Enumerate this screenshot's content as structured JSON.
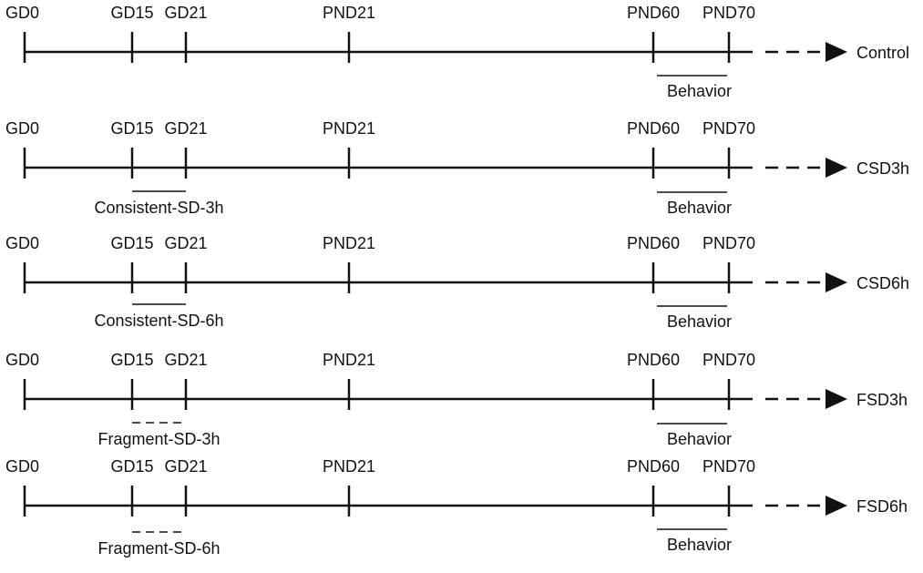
{
  "colors": {
    "line": "#111111",
    "background": "#ffffff"
  },
  "timepoints": [
    {
      "key": "GD0",
      "label": "GD0"
    },
    {
      "key": "GD15",
      "label": "GD15"
    },
    {
      "key": "GD21",
      "label": "GD21"
    },
    {
      "key": "PND21",
      "label": "PND21"
    },
    {
      "key": "PND60",
      "label": "PND60"
    },
    {
      "key": "PND70",
      "label": "PND70"
    }
  ],
  "rows": [
    {
      "group": "Control",
      "sd_label": "",
      "sd_style": "none",
      "behavior_label": "Behavior"
    },
    {
      "group": "CSD3h",
      "sd_label": "Consistent-SD-3h",
      "sd_style": "solid",
      "behavior_label": "Behavior"
    },
    {
      "group": "CSD6h",
      "sd_label": "Consistent-SD-6h",
      "sd_style": "solid",
      "behavior_label": "Behavior"
    },
    {
      "group": "FSD3h",
      "sd_label": "Fragment-SD-3h",
      "sd_style": "dashed",
      "behavior_label": "Behavior"
    },
    {
      "group": "FSD6h",
      "sd_label": "Fragment-SD-6h",
      "sd_style": "dashed",
      "behavior_label": "Behavior"
    }
  ]
}
